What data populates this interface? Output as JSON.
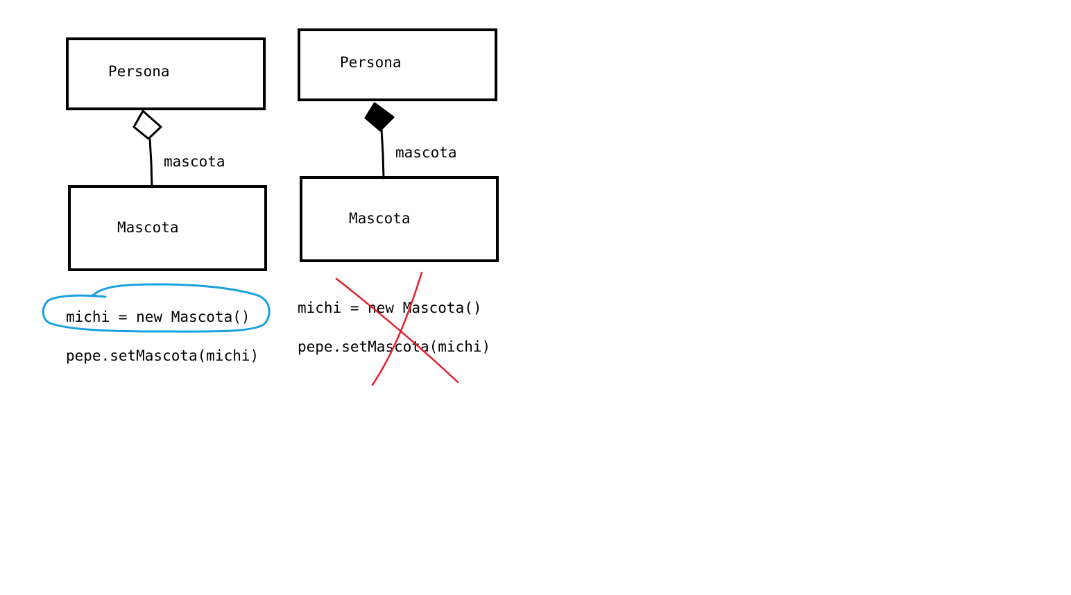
{
  "colors": {
    "background": "#ffffff",
    "ink": "#000000",
    "highlight": "#1aa0e0",
    "strike": "#e0202a"
  },
  "diagrams": [
    {
      "id": "aggregation",
      "owner_class": "Persona",
      "part_class": "Mascota",
      "role": "mascota",
      "diamond": "hollow",
      "code": [
        "michi = new Mascota()",
        "pepe.setMascota(michi)"
      ],
      "annotation": "circled"
    },
    {
      "id": "composition",
      "owner_class": "Persona",
      "part_class": "Mascota",
      "role": "mascota",
      "diamond": "filled",
      "code": [
        "michi = new Mascota()",
        "pepe.setMascota(michi)"
      ],
      "annotation": "crossed-out"
    }
  ]
}
